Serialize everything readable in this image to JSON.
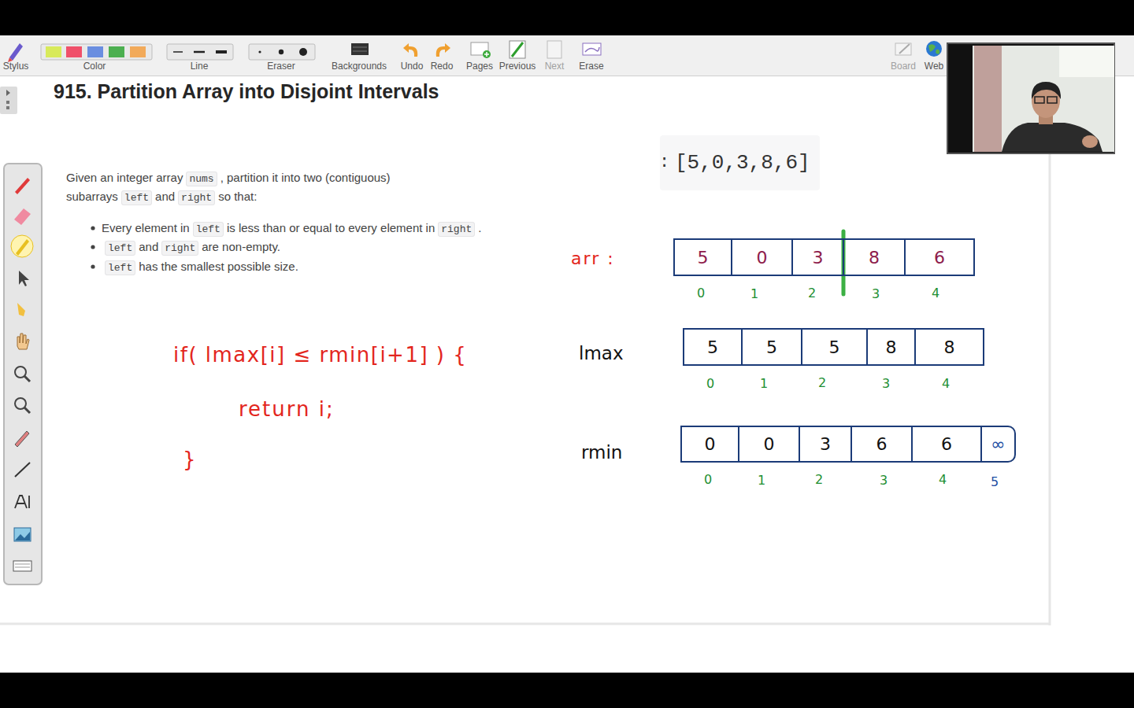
{
  "diagram": {
    "title": "915. Partition Array into Disjoint Intervals",
    "nodes": [
      {
        "text": [
          "[5,0,3,8,6]"
        ]
      },
      {
        "text": [
          "5"
        ]
      },
      {
        "text": [
          "0"
        ]
      },
      {
        "text": [
          "3"
        ]
      },
      {
        "text": [
          "8"
        ]
      },
      {
        "text": [
          "6"
        ]
      },
      {
        "text": [
          "5"
        ]
      },
      {
        "text": [
          "5"
        ]
      },
      {
        "text": [
          "5"
        ]
      },
      {
        "text": [
          "8"
        ]
      },
      {
        "text": [
          "8"
        ]
      },
      {
        "text": [
          "0"
        ]
      },
      {
        "text": [
          "0"
        ]
      },
      {
        "text": [
          "3"
        ]
      },
      {
        "text": [
          "6"
        ]
      },
      {
        "text": [
          "6"
        ]
      },
      {
        "text": [
          "∞"
        ]
      }
    ],
    "labels": [
      "Stylus",
      "Color",
      "Line",
      "Eraser",
      "Backgrounds",
      "Undo",
      "Redo",
      "Pages",
      "Previous",
      "Next",
      "Erase",
      "Board",
      "Web",
      "Given an integer array",
      "nums",
      ", partition it into two (contiguous) subarrays",
      "left",
      "and",
      "right",
      "so that:",
      "Every element in",
      "left",
      "is less than or equal to every element in",
      "right",
      ".",
      "left",
      "and",
      "right",
      "are non-empty.",
      "left",
      "has the smallest possible size.",
      ":",
      "arr :",
      "0",
      "1",
      "2",
      "3",
      "4",
      "lmax",
      "0",
      "1",
      "2",
      "3",
      "4",
      "rmin",
      "0",
      "1",
      "2",
      "3",
      "4",
      "5",
      "if( lmax[i] ≤ rmin[i+1] ) {",
      "return i;",
      "}"
    ]
  }
}
